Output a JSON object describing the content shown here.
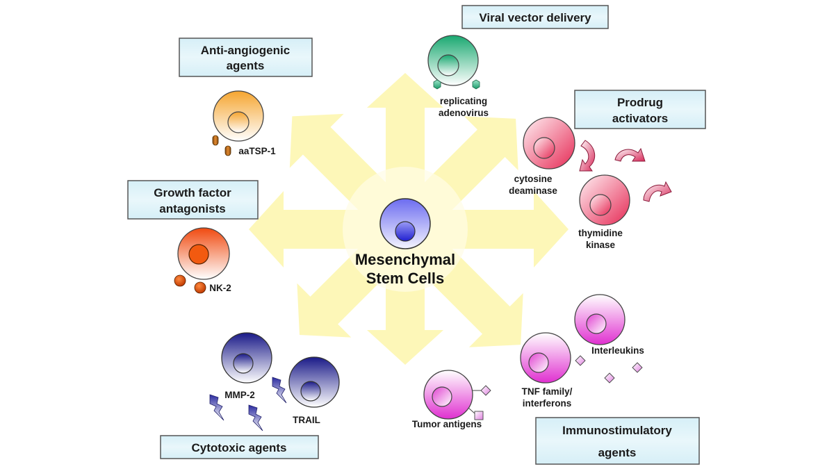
{
  "title": "Mesenchymal Stem Cells",
  "center": {
    "line1": "Mesenchymal",
    "line2": "Stem Cells",
    "color": "#3c3ccc"
  },
  "categories": {
    "anti_angiogenic": {
      "line1": "Anti-angiogenic",
      "line2": "agents"
    },
    "viral_vector": {
      "line1": "Viral vector delivery"
    },
    "prodrug": {
      "line1": "Prodrug",
      "line2": "activators"
    },
    "growth_factor": {
      "line1": "Growth factor",
      "line2": "antagonists"
    },
    "cytotoxic": {
      "line1": "Cytotoxic agents"
    },
    "immunostimulatory": {
      "line1": "Immunostimulatory",
      "line2": "agents"
    }
  },
  "cells": {
    "aatsp1": {
      "label": "aaTSP-1",
      "color": "#f0a030"
    },
    "adenovirus": {
      "line1": "replicating",
      "line2": "adenovirus",
      "color": "#1fb07a"
    },
    "cytosine": {
      "line1": "cytosine",
      "line2": "deaminase",
      "color": "#e8385a"
    },
    "thymidine": {
      "line1": "thymidine",
      "line2": "kinase",
      "color": "#e8385a"
    },
    "nk2": {
      "label": "NK-2",
      "color": "#f05a10"
    },
    "mmp2": {
      "label": "MMP-2",
      "color": "#20208a"
    },
    "trail": {
      "label": "TRAIL",
      "color": "#20208a"
    },
    "tumor": {
      "label": "Tumor antigens",
      "color": "#e040d0"
    },
    "tnf": {
      "line1": "TNF family/",
      "line2": "interferons",
      "color": "#e040d0"
    },
    "interleukins": {
      "label": "Interleukins",
      "color": "#e040d0"
    }
  },
  "colors": {
    "arrow": "#fdf7b0",
    "box_fill": "#dff3f8",
    "box_stroke": "#555555"
  }
}
